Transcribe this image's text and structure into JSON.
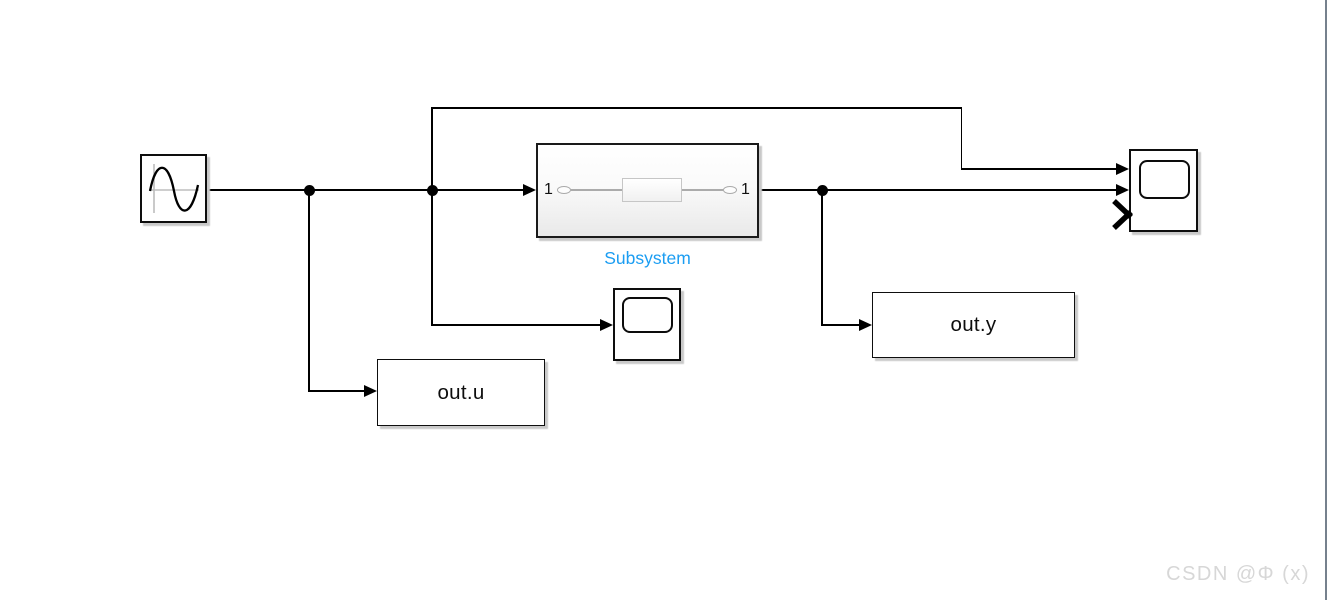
{
  "colors": {
    "wire": "#000000",
    "subsystem-label": "#1b9df2",
    "watermark": "#d7d7d7",
    "canvas-edge": "#76818d"
  },
  "subsystem": {
    "label": "Subsystem",
    "in_port_label": "1",
    "out_port_label": "1"
  },
  "blocks": {
    "out_u": {
      "label": "out.u"
    },
    "out_y": {
      "label": "out.y"
    },
    "sine": {
      "icon": "sine-wave-icon"
    },
    "scope_small": {
      "icon": "scope-icon"
    },
    "scope_main": {
      "icon": "scope-icon"
    }
  },
  "watermark": {
    "text": "CSDN @Φ (x)"
  }
}
